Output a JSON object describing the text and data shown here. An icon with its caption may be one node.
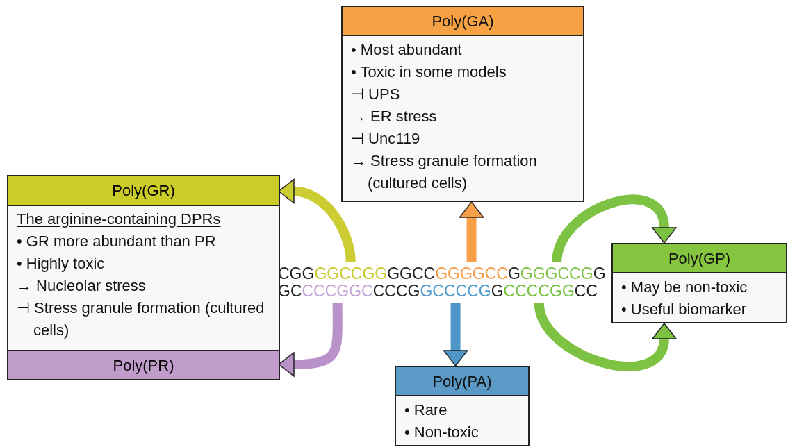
{
  "diagram": {
    "nodes": [
      {
        "text": [
          "Poly(GA)",
          "• Most abundant",
          "• Toxic in some models",
          "⊣ UPS",
          "→ ER stress",
          "⊣ Unc119",
          "→ Stress granule formation (cultured cells)"
        ]
      },
      {
        "text": [
          "The arginine-containing DPRs",
          "• GR more abundant than PR",
          "• Highly toxic",
          "→ Nucleolar stress",
          "⊣ Stress granule formation (cultured cells)"
        ]
      },
      {
        "text": [
          "Poly(GR)"
        ],
        "in": 1
      },
      {
        "text": [
          "Poly(PR)"
        ],
        "in": 1
      },
      {
        "text": [
          "Poly(GP)",
          "• May be non-toxic",
          "• Useful biomarker"
        ]
      },
      {
        "text": [
          "Poly(PA)",
          "• Rare",
          "• Non-toxic"
        ]
      },
      {
        "text": [
          "GGCCGG"
        ]
      },
      {
        "text": [
          "GGGGCC"
        ]
      },
      {
        "text": [
          "GGGCCG"
        ]
      },
      {
        "text": [
          "CCCGGC"
        ]
      },
      {
        "text": [
          "GCCCCG"
        ]
      },
      {
        "text": [
          "CCCCGG"
        ]
      }
    ],
    "edges": [
      {
        "from": 6,
        "to": 2,
        "arrow": "to",
        "color": "#cccc33"
      },
      {
        "from": 7,
        "to": 0,
        "arrow": "to",
        "color": "#f7a04a"
      },
      {
        "from": 8,
        "to": 4,
        "arrow": "to",
        "color": "#7dc242"
      },
      {
        "from": 9,
        "to": 3,
        "arrow": "to",
        "color": "#b892c8"
      },
      {
        "from": 10,
        "to": 5,
        "arrow": "to",
        "color": "#4f97c8"
      },
      {
        "from": 11,
        "to": 4,
        "arrow": "to",
        "color": "#7dc242"
      }
    ],
    "labels": [
      "CGG",
      "GGCC",
      "G",
      "G",
      "GC",
      "CCCG",
      "G",
      "CC"
    ]
  }
}
